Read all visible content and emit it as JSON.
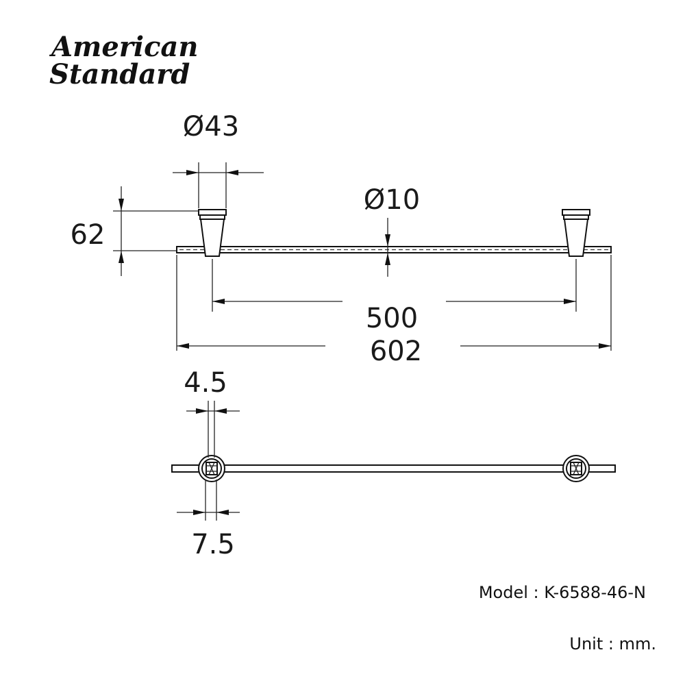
{
  "logo": {
    "line1": "American",
    "line2": "Standard"
  },
  "dimensions": {
    "bracket_diameter": "Ø43",
    "height": "62",
    "rod_diameter": "Ø10",
    "center_distance": "500",
    "overall_length": "602",
    "top_offset": "4.5",
    "bottom_offset": "7.5"
  },
  "model": {
    "text": "Model : K-6588-46-N"
  },
  "unit": {
    "text": "Unit : mm."
  }
}
